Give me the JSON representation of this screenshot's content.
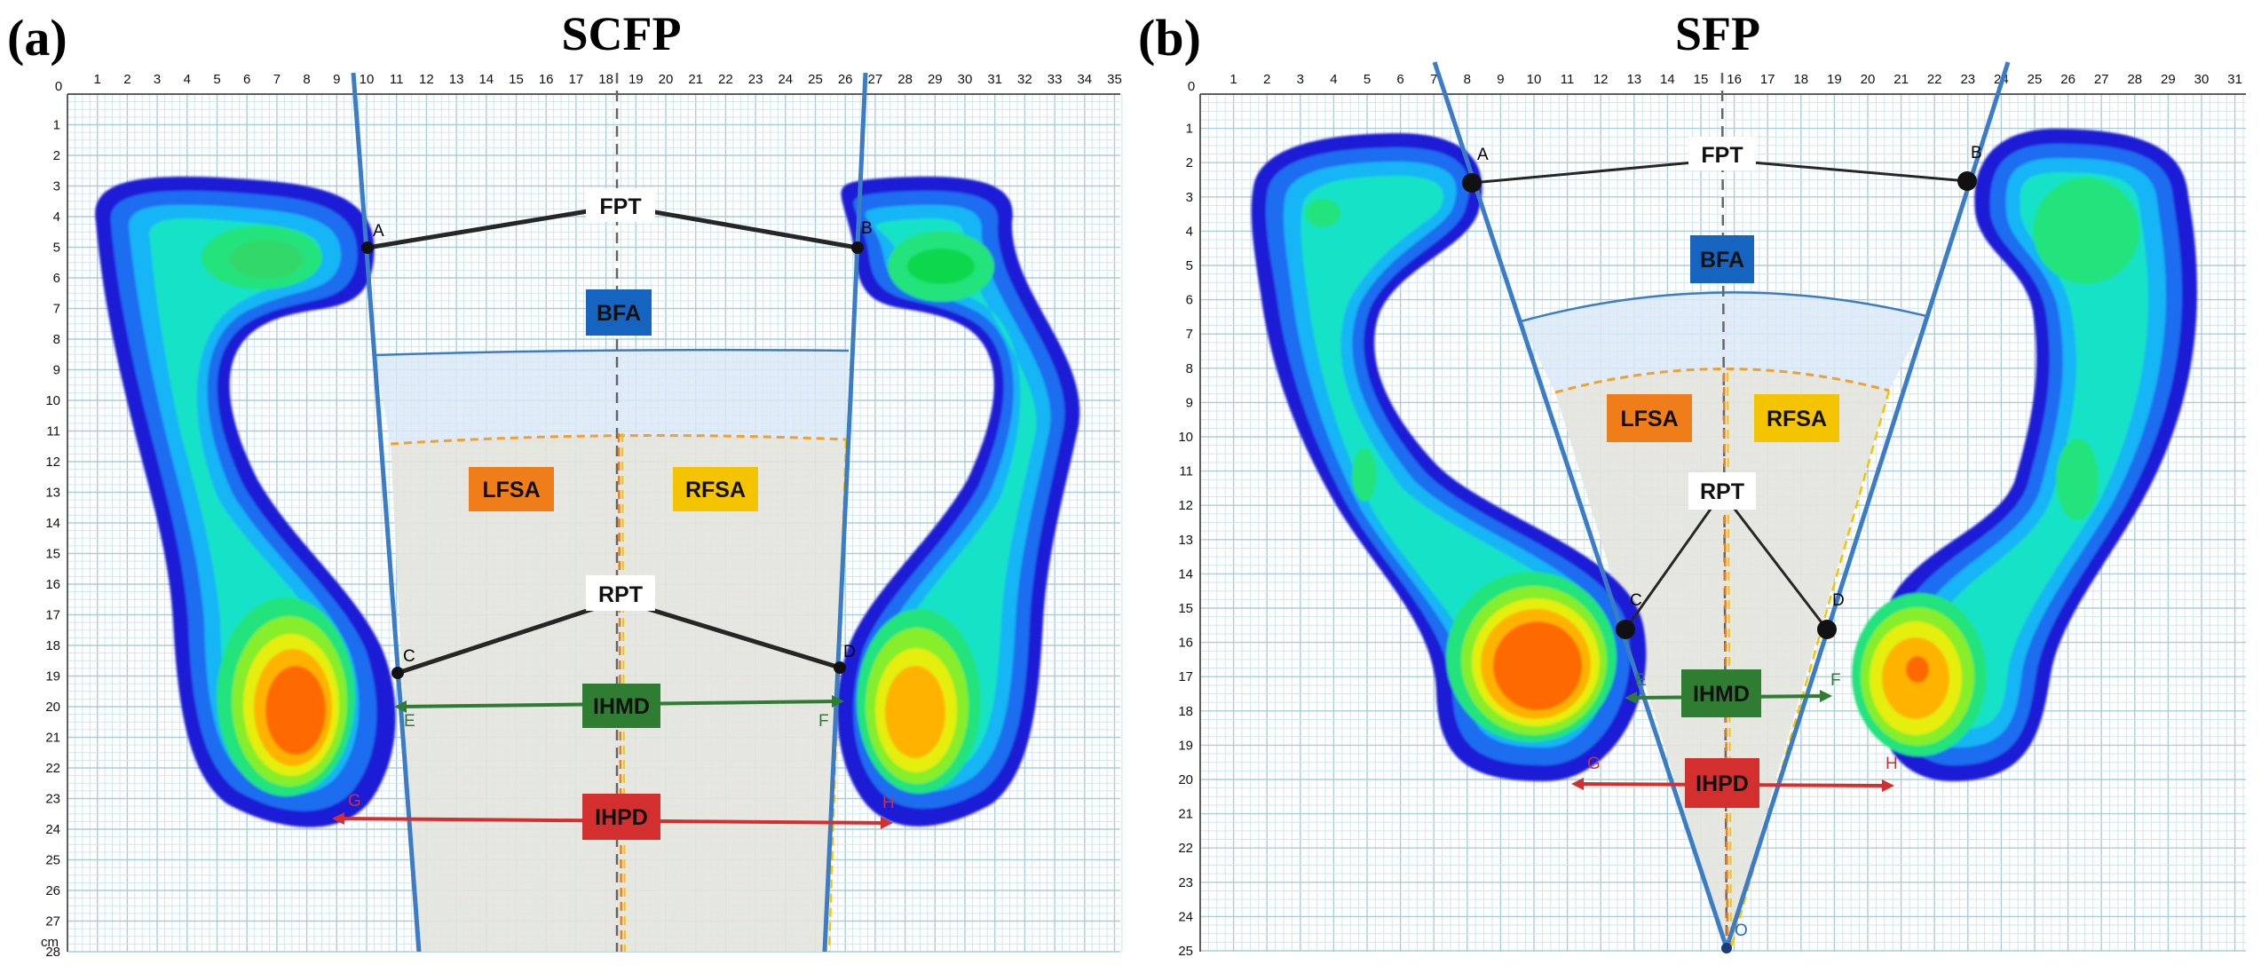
{
  "panels": [
    {
      "label": "(a)",
      "title": "SCFP",
      "x_ticks": [
        "0",
        "1",
        "2",
        "3",
        "4",
        "5",
        "6",
        "7",
        "8",
        "9",
        "10",
        "11",
        "12",
        "13",
        "14",
        "15",
        "16",
        "17",
        "18",
        "19",
        "20",
        "21",
        "22",
        "23",
        "24",
        "25",
        "26",
        "27",
        "28",
        "29",
        "30",
        "31",
        "32",
        "33",
        "34",
        "35"
      ],
      "y_ticks": [
        "1",
        "2",
        "3",
        "4",
        "5",
        "6",
        "7",
        "8",
        "9",
        "10",
        "11",
        "12",
        "13",
        "14",
        "15",
        "16",
        "17",
        "18",
        "19",
        "20",
        "21",
        "22",
        "23",
        "24",
        "25",
        "26",
        "27",
        "28"
      ],
      "unit": "cm",
      "points": {
        "A": "A",
        "B": "B",
        "C": "C",
        "D": "D",
        "E": "E",
        "F": "F",
        "G": "G",
        "H": "H"
      },
      "boxes": {
        "fpt": "FPT",
        "bfa": "BFA",
        "lfsa": "LFSA",
        "rfsa": "RFSA",
        "rpt": "RPT",
        "ihmd": "IHMD",
        "ihpd": "IHPD"
      }
    },
    {
      "label": "(b)",
      "title": "SFP",
      "x_ticks": [
        "0",
        "1",
        "2",
        "3",
        "4",
        "5",
        "6",
        "7",
        "8",
        "9",
        "10",
        "11",
        "12",
        "13",
        "14",
        "15",
        "16",
        "17",
        "18",
        "19",
        "20",
        "21",
        "22",
        "23",
        "24",
        "25",
        "26",
        "27",
        "28",
        "29",
        "30",
        "31"
      ],
      "y_ticks": [
        "1",
        "2",
        "3",
        "4",
        "5",
        "6",
        "7",
        "8",
        "9",
        "10",
        "11",
        "12",
        "13",
        "14",
        "15",
        "16",
        "17",
        "18",
        "19",
        "20",
        "21",
        "22",
        "23",
        "24",
        "25"
      ],
      "points": {
        "A": "A",
        "B": "B",
        "C": "C",
        "D": "D",
        "E": "E",
        "F": "F",
        "G": "G",
        "H": "H",
        "O": "O"
      },
      "boxes": {
        "fpt": "FPT",
        "bfa": "BFA",
        "lfsa": "LFSA",
        "rfsa": "RFSA",
        "rpt": "RPT",
        "ihmd": "IHMD",
        "ihpd": "IHPD"
      }
    }
  ],
  "colors": {
    "axis_line": "#3a7cc5",
    "fpt_line": "#262626",
    "ihmd": "#2e7d32",
    "ihpd": "#d32f2f",
    "bfa_box": "#1565c0",
    "lfsa_box": "#ef7d1a",
    "rfsa_box": "#f5c400",
    "midline": "#666666",
    "grid_minor": "#cfe6ee",
    "grid_major": "#a9cedb",
    "heat": [
      "#1c1cd6",
      "#1e6df0",
      "#19b5f5",
      "#14e2c8",
      "#24e37c",
      "#86ee2a",
      "#e5ee10",
      "#ffb300",
      "#ff6a00"
    ]
  }
}
